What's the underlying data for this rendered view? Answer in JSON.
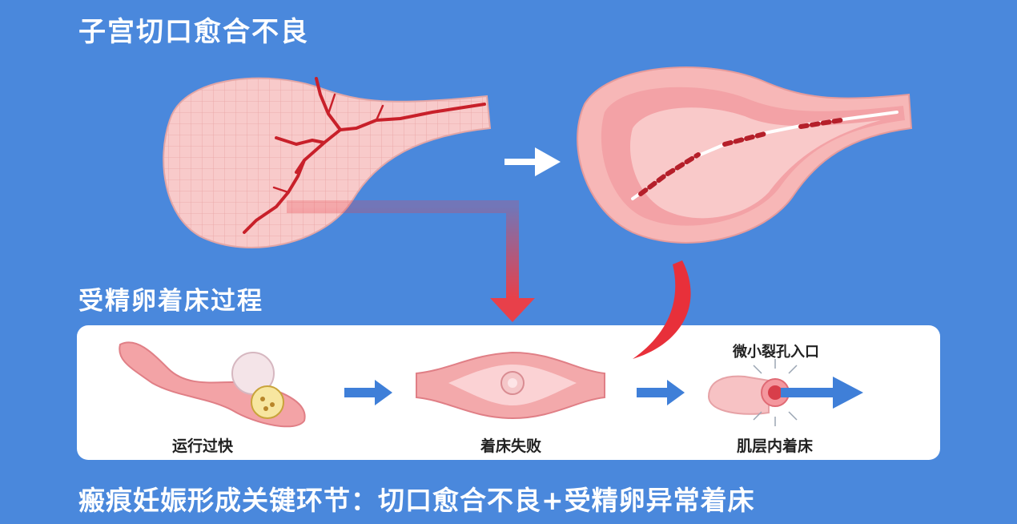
{
  "titles": {
    "top": "子宫切口愈合不良",
    "middle": "受精卵着床过程",
    "bottom": "瘢痕妊娠形成关键环节：切口愈合不良+受精卵异常着床"
  },
  "panel": {
    "steps": [
      {
        "label": "运行过快"
      },
      {
        "label": "着床失败"
      },
      {
        "label": "肌层内着床"
      }
    ],
    "micro_label": "微小裂孔入口"
  },
  "colors": {
    "background": "#4a88dc",
    "tissue": "#f6c4c4",
    "crack": "#c8202a",
    "arrow_red": "#e8404a",
    "arrow_blue": "#3f7fd8"
  }
}
